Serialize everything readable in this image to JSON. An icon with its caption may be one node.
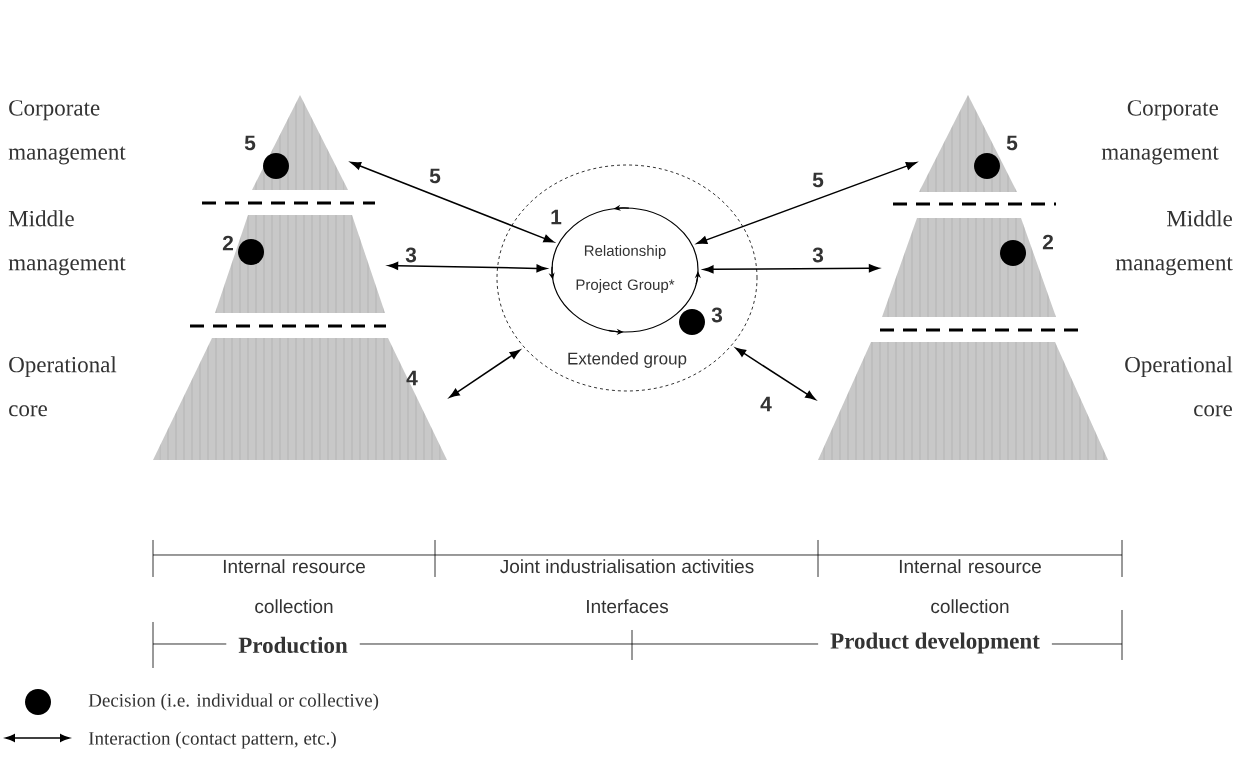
{
  "diagram": {
    "nodes": [
      {
        "text": [],
        "shape": "triangle"
      },
      {
        "text": [],
        "shape": "trapezoid"
      },
      {
        "text": [],
        "shape": "trapezoid"
      },
      {
        "text": [
          "Extended group"
        ]
      },
      {
        "text": [
          "Relationship Project Group*"
        ],
        "in": 3
      },
      {
        "text": [],
        "shape": "triangle"
      },
      {
        "text": [],
        "shape": "trapezoid"
      },
      {
        "text": [],
        "shape": "trapezoid"
      }
    ],
    "edges": [
      {
        "from": 0,
        "to": 4,
        "arrow": "both",
        "label": "5"
      },
      {
        "from": 1,
        "to": 4,
        "arrow": "both",
        "label": "3"
      },
      {
        "from": 2,
        "to": 3,
        "arrow": "both",
        "label": "4"
      },
      {
        "from": 4,
        "to": 5,
        "arrow": "both",
        "label": "5"
      },
      {
        "from": 4,
        "to": 6,
        "arrow": "both",
        "label": "3"
      },
      {
        "from": 7,
        "to": 3,
        "arrow": "both",
        "label": "4"
      }
    ],
    "labels": [
      "Corporate management",
      "Corporate management",
      "5",
      "1",
      "5",
      "Middle management",
      "2",
      "2",
      "Middle management",
      "3",
      "Operational core",
      "Operational core",
      "Internal resource collection",
      "Joint industrialisation activities",
      "Internal resource collection",
      "Interfaces",
      "Production",
      "Product development"
    ],
    "legend": [
      {
        "text": "Decision (i.e. individual or collective)"
      },
      {
        "text": "Interaction (contact pattern, etc.)"
      }
    ]
  }
}
